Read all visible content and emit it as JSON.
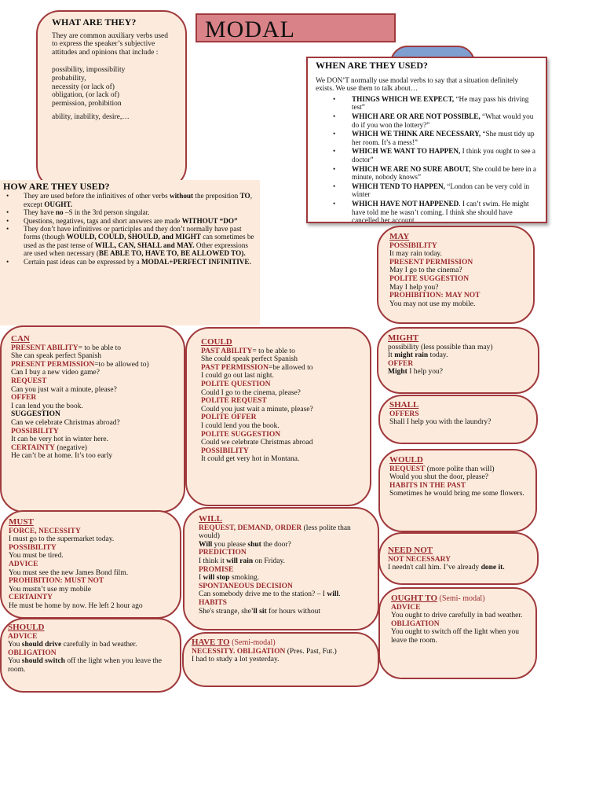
{
  "title": "MODAL",
  "what": {
    "heading": "WHAT ARE THEY?",
    "intro": "They are common auxiliary verbs used to express the speaker’s subjective attitudes and opinions that include :",
    "items": [
      "possibility, impossibility",
      "probability,",
      "necessity (or lack of)",
      "obligation, (or lack of)",
      "permission, prohibition",
      "ability, inability, desire,…"
    ]
  },
  "when": {
    "heading": "WHEN ARE THEY USED?",
    "intro": "We DON’T normally use modal verbs to say that a situation definitely exists. We use them to talk about…",
    "items": [
      {
        "k": "THINGS WHICH WE EXPECT,",
        "t": " “He may pass his driving test”"
      },
      {
        "k": "WHICH ARE OR ARE NOT POSSIBLE,",
        "t": " “What would you do if you won the lottery?”"
      },
      {
        "k": "WHICH WE THINK ARE NECESSARY,",
        "t": " “She must tidy up her room. It’s a mess!”"
      },
      {
        "k": "WHICH WE WANT TO HAPPEN,",
        "t": " I think you ought to see a doctor”"
      },
      {
        "k": "WHICH WE ARE NO SURE ABOUT,",
        "t": " She could be here in a minute, nobody knows”"
      },
      {
        "k": "WHICH TEND TO HAPPEN,",
        "t": " “London can be very cold in winter"
      },
      {
        "k": "WHICH HAVE NOT HAPPENED",
        "t": ". I can’t swim. He might have told me he wasn’t coming. I think she should have cancelled her account."
      }
    ]
  },
  "how": {
    "heading": "HOW ARE THEY USED?",
    "items": [
      [
        {
          "t": "They are used before the infinitives of other verbs "
        },
        {
          "b": "without"
        },
        {
          "t": " the preposition "
        },
        {
          "b": "TO"
        },
        {
          "t": ", except "
        },
        {
          "b": "OUGHT."
        }
      ],
      [
        {
          "t": "They have "
        },
        {
          "b": "no"
        },
        {
          "t": " –S in the 3rd person singular."
        }
      ],
      [
        {
          "t": "Questions, negatives, tags and short answers are made "
        },
        {
          "b": "WITHOUT “DO”"
        }
      ],
      [
        {
          "t": "They don’t have infinitives or participles and they don’t normally have past forms (though "
        },
        {
          "b": "WOULD, COULD, SHOULD, and MIGHT"
        },
        {
          "t": " can sometimes be used as the past tense of "
        },
        {
          "b": "WILL, CAN, SHALL and MAY."
        },
        {
          "t": " Other expressions are used when necessary ("
        },
        {
          "b": "BE ABLE TO, HAVE TO, BE ALLOWED TO)."
        }
      ],
      [
        {
          "t": "Certain past ideas can be expressed by a "
        },
        {
          "b": "MODAL+PERFECT INFINITIVE."
        }
      ]
    ]
  },
  "boxes": {
    "may": {
      "title": "MAY",
      "lines": [
        [
          {
            "r": "POSSIBILITY"
          }
        ],
        [
          {
            "t": "It may rain today."
          }
        ],
        [
          {
            "r": "PRESENT PERMISSION"
          }
        ],
        [
          {
            "t": "May I go to the cinema?"
          }
        ],
        [
          {
            "r": "POLITE SUGGESTION"
          }
        ],
        [
          {
            "t": "May I help you?"
          }
        ],
        [
          {
            "r": "PROHIBITION: MAY NOT"
          }
        ],
        [
          {
            "t": "You may not use my mobile."
          }
        ]
      ]
    },
    "might": {
      "title": "MIGHT",
      "lines": [
        [
          {
            "t": "possibility (less possible than may)"
          }
        ],
        [
          {
            "t": "It "
          },
          {
            "b": "might rain"
          },
          {
            "t": " today."
          }
        ],
        [
          {
            "r": "OFFER"
          }
        ],
        [
          {
            "b": "Might"
          },
          {
            "t": " I help you?"
          }
        ]
      ]
    },
    "shall": {
      "title": "SHALL",
      "lines": [
        [
          {
            "r": "OFFERS"
          }
        ],
        [
          {
            "t": "Shall I help you with the laundry?"
          }
        ]
      ]
    },
    "would": {
      "title": "WOULD",
      "lines": [
        [
          {
            "r": "REQUEST"
          },
          {
            "t": " (more polite than will)"
          }
        ],
        [
          {
            "t": "Would you shut the door, please?"
          }
        ],
        [
          {
            "r": "HABITS IN THE PAST"
          }
        ],
        [
          {
            "t": "Sometimes he would bring me some flowers."
          }
        ]
      ]
    },
    "neednot": {
      "title": "NEED NOT",
      "lines": [
        [
          {
            "r": "NOT NECESSARY"
          }
        ],
        [
          {
            "t": "I needn't call him. I’ve already "
          },
          {
            "b": "done it."
          }
        ]
      ]
    },
    "oughtto": {
      "title": "OUGHT TO",
      "sub": "(Semi- modal)",
      "lines": [
        [
          {
            "r": "ADVICE"
          }
        ],
        [
          {
            "t": "You ought to drive carefully in bad weather."
          }
        ],
        [
          {
            "r": "OBLIGATION"
          }
        ],
        [
          {
            "t": "You ought to switch off the light when you leave the room."
          }
        ]
      ]
    },
    "can": {
      "title": "CAN",
      "lines": [
        [
          {
            "r": "PRESENT ABILITY"
          },
          {
            "t": "= to be able to"
          }
        ],
        [
          {
            "t": "She can speak perfect Spanish"
          }
        ],
        [
          {
            "r": "PRESENT PERMISSION"
          },
          {
            "t": "=to be allowed to)"
          }
        ],
        [
          {
            "t": "Can I buy a new video game?"
          }
        ],
        [
          {
            "r": "REQUEST"
          }
        ],
        [
          {
            "t": "Can you just wait a minute, please?"
          }
        ],
        [
          {
            "r": "OFFER"
          }
        ],
        [
          {
            "t": "I can lend you the book."
          }
        ],
        [
          {
            "b": "SUGGESTION"
          }
        ],
        [
          {
            "t": "Can we celebrate Christmas abroad?"
          }
        ],
        [
          {
            "r": "POSSIBILITY"
          }
        ],
        [
          {
            "t": "It can be very hot in winter here."
          }
        ],
        [
          {
            "r": "CERTAINTY"
          },
          {
            "t": " (negative)"
          }
        ],
        [
          {
            "t": "He can’t be at home. It’s too early"
          }
        ]
      ]
    },
    "could": {
      "title": "COULD",
      "lines": [
        [
          {
            "r": "PAST ABILITY"
          },
          {
            "t": "= to be able to"
          }
        ],
        [
          {
            "t": "She could speak perfect Spanish"
          }
        ],
        [
          {
            "r": "PAST PERMISSION"
          },
          {
            "t": "=be allowed to"
          }
        ],
        [
          {
            "t": "I could go out last night."
          }
        ],
        [
          {
            "r": "POLITE QUESTION"
          }
        ],
        [
          {
            "t": "Could I go to the cinema, please?"
          }
        ],
        [
          {
            "r": "POLITE REQUEST"
          }
        ],
        [
          {
            "t": "Could you just wait a minute, please?"
          }
        ],
        [
          {
            "r": "POLITE OFFER"
          }
        ],
        [
          {
            "t": "I could lend you the book."
          }
        ],
        [
          {
            "r": "POLITE SUGGESTION"
          }
        ],
        [
          {
            "t": "Could we celebrate Christmas abroad"
          }
        ],
        [
          {
            "r": "POSSIBILITY"
          }
        ],
        [
          {
            "t": "It could get very hot in Montana."
          }
        ]
      ]
    },
    "must": {
      "title": "MUST",
      "lines": [
        [
          {
            "r": "FORCE, NECESSITY"
          }
        ],
        [
          {
            "t": "I must go to the supermarket today."
          }
        ],
        [
          {
            "r": "POSSIBILITY"
          }
        ],
        [
          {
            "t": "You must be tired."
          }
        ],
        [
          {
            "r": "ADVICE"
          }
        ],
        [
          {
            "t": "You must see the new James Bond film."
          }
        ],
        [
          {
            "r": "PROHIBITION: MUST NOT"
          }
        ],
        [
          {
            "t": "You mustn’t use my mobile"
          }
        ],
        [
          {
            "r": "CERTAINTY"
          }
        ],
        [
          {
            "t": "He must be home by now. He left 2 hour ago"
          }
        ]
      ]
    },
    "will": {
      "title": "WILL",
      "lines": [
        [
          {
            "r": "REQUEST, DEMAND, ORDER"
          },
          {
            "t": " (less polite than would)"
          }
        ],
        [
          {
            "b": "Will"
          },
          {
            "t": " you please "
          },
          {
            "b": "shut"
          },
          {
            "t": " the door?"
          }
        ],
        [
          {
            "r": "PREDICTION"
          }
        ],
        [
          {
            "t": "I think it "
          },
          {
            "b": "will rain"
          },
          {
            "t": " on Friday."
          }
        ],
        [
          {
            "r": "PROMISE"
          }
        ],
        [
          {
            "t": "I "
          },
          {
            "b": "will stop"
          },
          {
            "t": " smoking."
          }
        ],
        [
          {
            "r": "SPONTANEOUS DECISION"
          }
        ],
        [
          {
            "t": "Can somebody drive me to the station? – I "
          },
          {
            "b": "will"
          },
          {
            "t": "."
          }
        ],
        [
          {
            "r": "HABITS"
          }
        ],
        [
          {
            "t": "She's strange, she"
          },
          {
            "b": "'ll sit"
          },
          {
            "t": " for hours without"
          }
        ]
      ]
    },
    "should": {
      "title": "SHOULD",
      "lines": [
        [
          {
            "r": "ADVICE"
          }
        ],
        [
          {
            "t": "You "
          },
          {
            "b": "should drive"
          },
          {
            "t": " carefully in bad weather."
          }
        ],
        [
          {
            "r": "OBLIGATION"
          }
        ],
        [
          {
            "t": "You "
          },
          {
            "b": "should switch"
          },
          {
            "t": " off the light when you leave the room."
          }
        ]
      ]
    },
    "haveto": {
      "title": "HAVE TO",
      "sub": "(Semi-modal)",
      "lines": [
        [
          {
            "r": "NECESSITY. OBLIGATION"
          },
          {
            "t": " (Pres. Past, Fut.)"
          }
        ],
        [
          {
            "t": "I had to study a lot yesterday."
          }
        ]
      ]
    }
  }
}
